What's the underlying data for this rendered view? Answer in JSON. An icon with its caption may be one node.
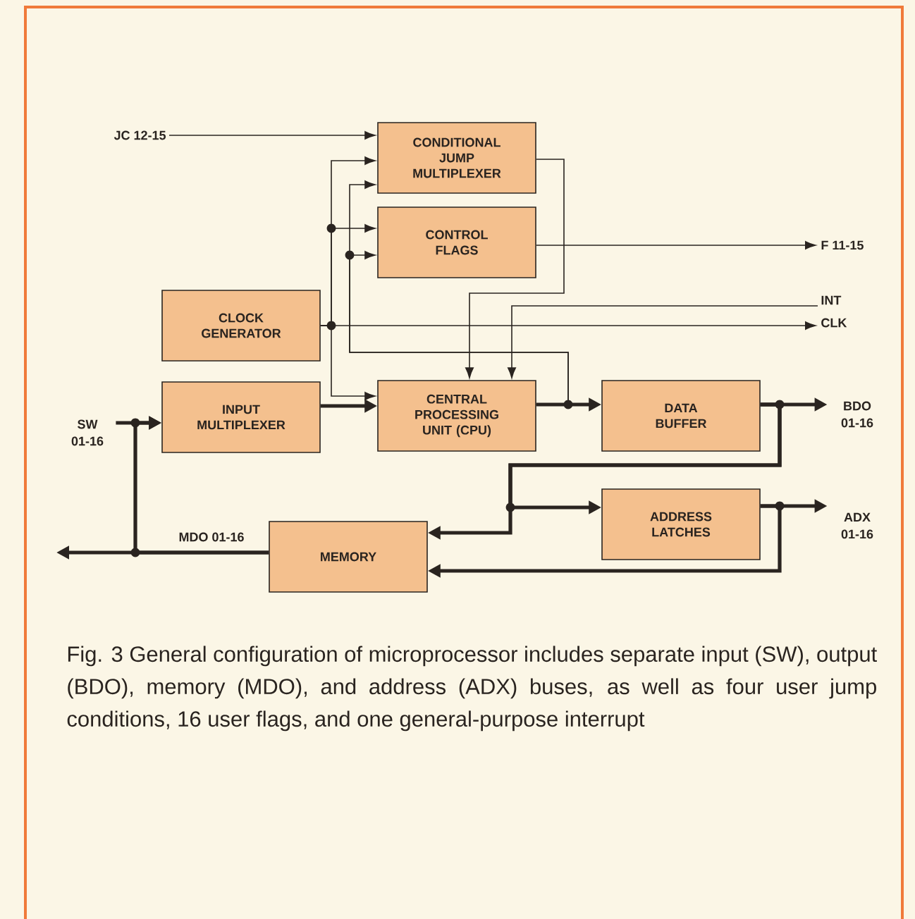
{
  "diagram": {
    "caption": "Fig. 3 General configuration of microprocessor includes separate input (SW), output (BDO), memory (MDO), and address (ADX) buses, as well as four user jump conditions, 16 user flags, and one general-purpose interrupt",
    "nodes": [
      {
        "text": [
          "CONDITIONAL JUMP MULTIPLEXER"
        ]
      },
      {
        "text": [
          "CONTROL FLAGS"
        ]
      },
      {
        "text": [
          "CLOCK GENERATOR"
        ]
      },
      {
        "text": [
          "INPUT MULTIPLEXER"
        ]
      },
      {
        "text": [
          "CENTRAL PROCESSING UNIT (CPU)"
        ]
      },
      {
        "text": [
          "DATA BUFFER"
        ]
      },
      {
        "text": [
          "ADDRESS LATCHES"
        ]
      },
      {
        "text": [
          "MEMORY"
        ]
      },
      {
        "text": [
          "JC 12-15"
        ]
      },
      {
        "text": [
          "F 11-15"
        ]
      },
      {
        "text": [
          "INT"
        ]
      },
      {
        "text": [
          "CLK"
        ]
      },
      {
        "text": [
          "SW 01-16"
        ]
      },
      {
        "text": [
          "BDO 01-16"
        ]
      },
      {
        "text": [
          "ADX 01-16"
        ]
      }
    ],
    "edges": [
      {
        "from": 8,
        "to": 0,
        "arrow": "to"
      },
      {
        "from": 2,
        "to": 0,
        "arrow": "to"
      },
      {
        "from": 2,
        "to": 1,
        "arrow": "to"
      },
      {
        "from": 2,
        "to": 4,
        "arrow": "to"
      },
      {
        "from": 2,
        "to": 11,
        "arrow": "to"
      },
      {
        "from": 0,
        "to": 4,
        "arrow": "to"
      },
      {
        "from": 10,
        "to": 4,
        "arrow": "to"
      },
      {
        "from": 1,
        "to": 9,
        "arrow": "to"
      },
      {
        "from": 4,
        "to": 0,
        "arrow": "to"
      },
      {
        "from": 4,
        "to": 1,
        "arrow": "to"
      },
      {
        "from": 4,
        "to": 5,
        "arrow": "to",
        "style": "thick"
      },
      {
        "from": 3,
        "to": 4,
        "arrow": "to",
        "style": "thick"
      },
      {
        "from": 12,
        "to": 3,
        "arrow": "to",
        "style": "thick"
      },
      {
        "from": 5,
        "to": 13,
        "arrow": "to",
        "style": "thick"
      },
      {
        "from": 5,
        "to": 7,
        "arrow": "to",
        "style": "thick"
      },
      {
        "from": 5,
        "to": 6,
        "arrow": "to",
        "style": "thick"
      },
      {
        "from": 6,
        "to": 14,
        "arrow": "to",
        "style": "thick"
      },
      {
        "from": 6,
        "to": 7,
        "arrow": "to",
        "style": "thick"
      },
      {
        "from": 7,
        "to": 3,
        "arrow": "to",
        "style": "thick"
      },
      {
        "from": 7,
        "to": null,
        "arrow": "to",
        "style": "thick",
        "label": "MDO 01-16"
      }
    ]
  }
}
